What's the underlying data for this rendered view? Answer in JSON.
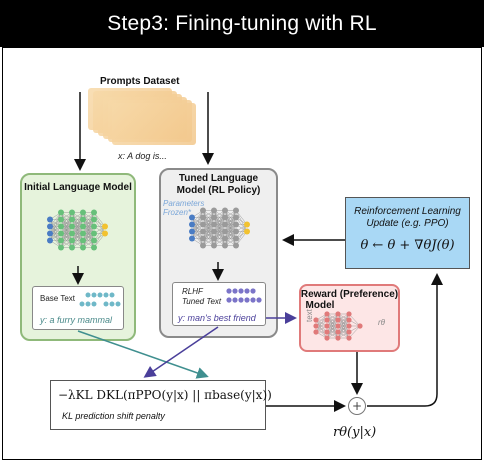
{
  "header": {
    "title": "Step3: Fining-tuning with RL"
  },
  "prompts": {
    "label": "Prompts Dataset",
    "sample": "x: A dog is..."
  },
  "initial_model": {
    "title_line1": "Initial Language Model",
    "output_label": "Base Text",
    "output_text": "y: a furry mammal"
  },
  "tuned_model": {
    "title_line1": "Tuned Language",
    "title_line2": "Model (RL Policy)",
    "frozen_line1": "Parameters",
    "frozen_line2": "Frozen*",
    "output_label_line1": "RLHF",
    "output_label_line2": "Tuned Text",
    "output_text": "y: man's best friend"
  },
  "reward_model": {
    "title_line1": "Reward (Preference)",
    "title_line2": "Model",
    "input_label": "text",
    "output_label": "rθ"
  },
  "rl_update": {
    "title_line1": "Reinforcement Learning",
    "title_line2": "Update (e.g. PPO)",
    "equation": "θ ← θ + ∇θJ(θ)"
  },
  "kl_penalty": {
    "equation": "−λKL DKL(πPPO(y|x) || πbase(y|x))",
    "caption": "KL prediction shift penalty"
  },
  "combine": {
    "symbol": "+",
    "reward_expr": "rθ(y|x)"
  },
  "colors": {
    "banner": "#000000",
    "initial_border": "#8fb97a",
    "initial_fill": "#e6f3dc",
    "tuned_border": "#8a8a8a",
    "reward_border": "#e07a7a",
    "reward_fill": "#fde6e6",
    "rl_fill": "#a9d8f5",
    "net_blue": "#4a7cc4",
    "net_green": "#67c07a",
    "net_yellow": "#f2c230",
    "net_red": "#e07a7a",
    "arrow_teal": "#3f8f8f",
    "arrow_purple": "#4a3f9a"
  }
}
